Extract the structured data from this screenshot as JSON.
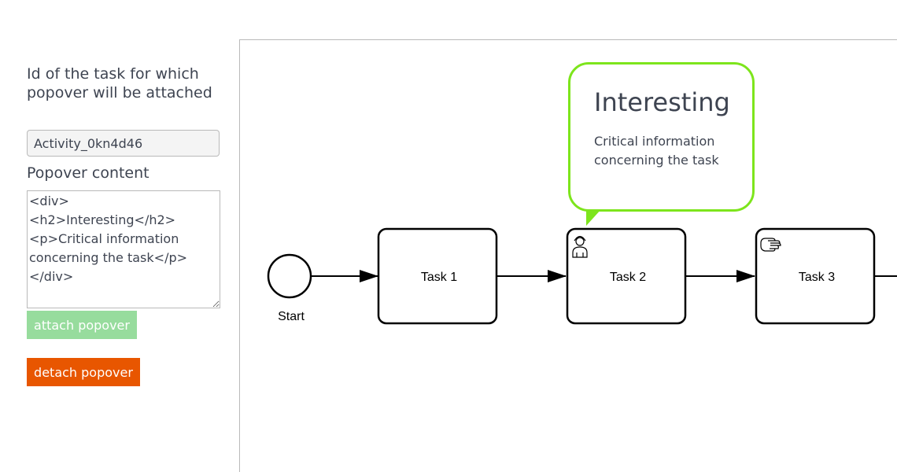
{
  "form": {
    "task_id_label": "Id of the task for which popover will be attached",
    "task_id_value": "Activity_0kn4d46",
    "content_label": "Popover content",
    "content_value": "<div>\n<h2>Interesting</h2>\n<p>Critical information concerning the task</p>\n</div>",
    "attach_label": "attach popover",
    "detach_label": "detach popover"
  },
  "popover": {
    "title": "Interesting",
    "text": "Critical information concerning the task",
    "border_color": "#7de51c"
  },
  "diagram": {
    "start_event_label": "Start",
    "tasks": [
      {
        "label": "Task 1",
        "icon": "none"
      },
      {
        "label": "Task 2",
        "icon": "user-icon"
      },
      {
        "label": "Task 3",
        "icon": "manual-hand-icon"
      }
    ]
  },
  "colors": {
    "attach_button": "#97dc9d",
    "detach_button": "#e85600",
    "text": "#3e4451"
  }
}
